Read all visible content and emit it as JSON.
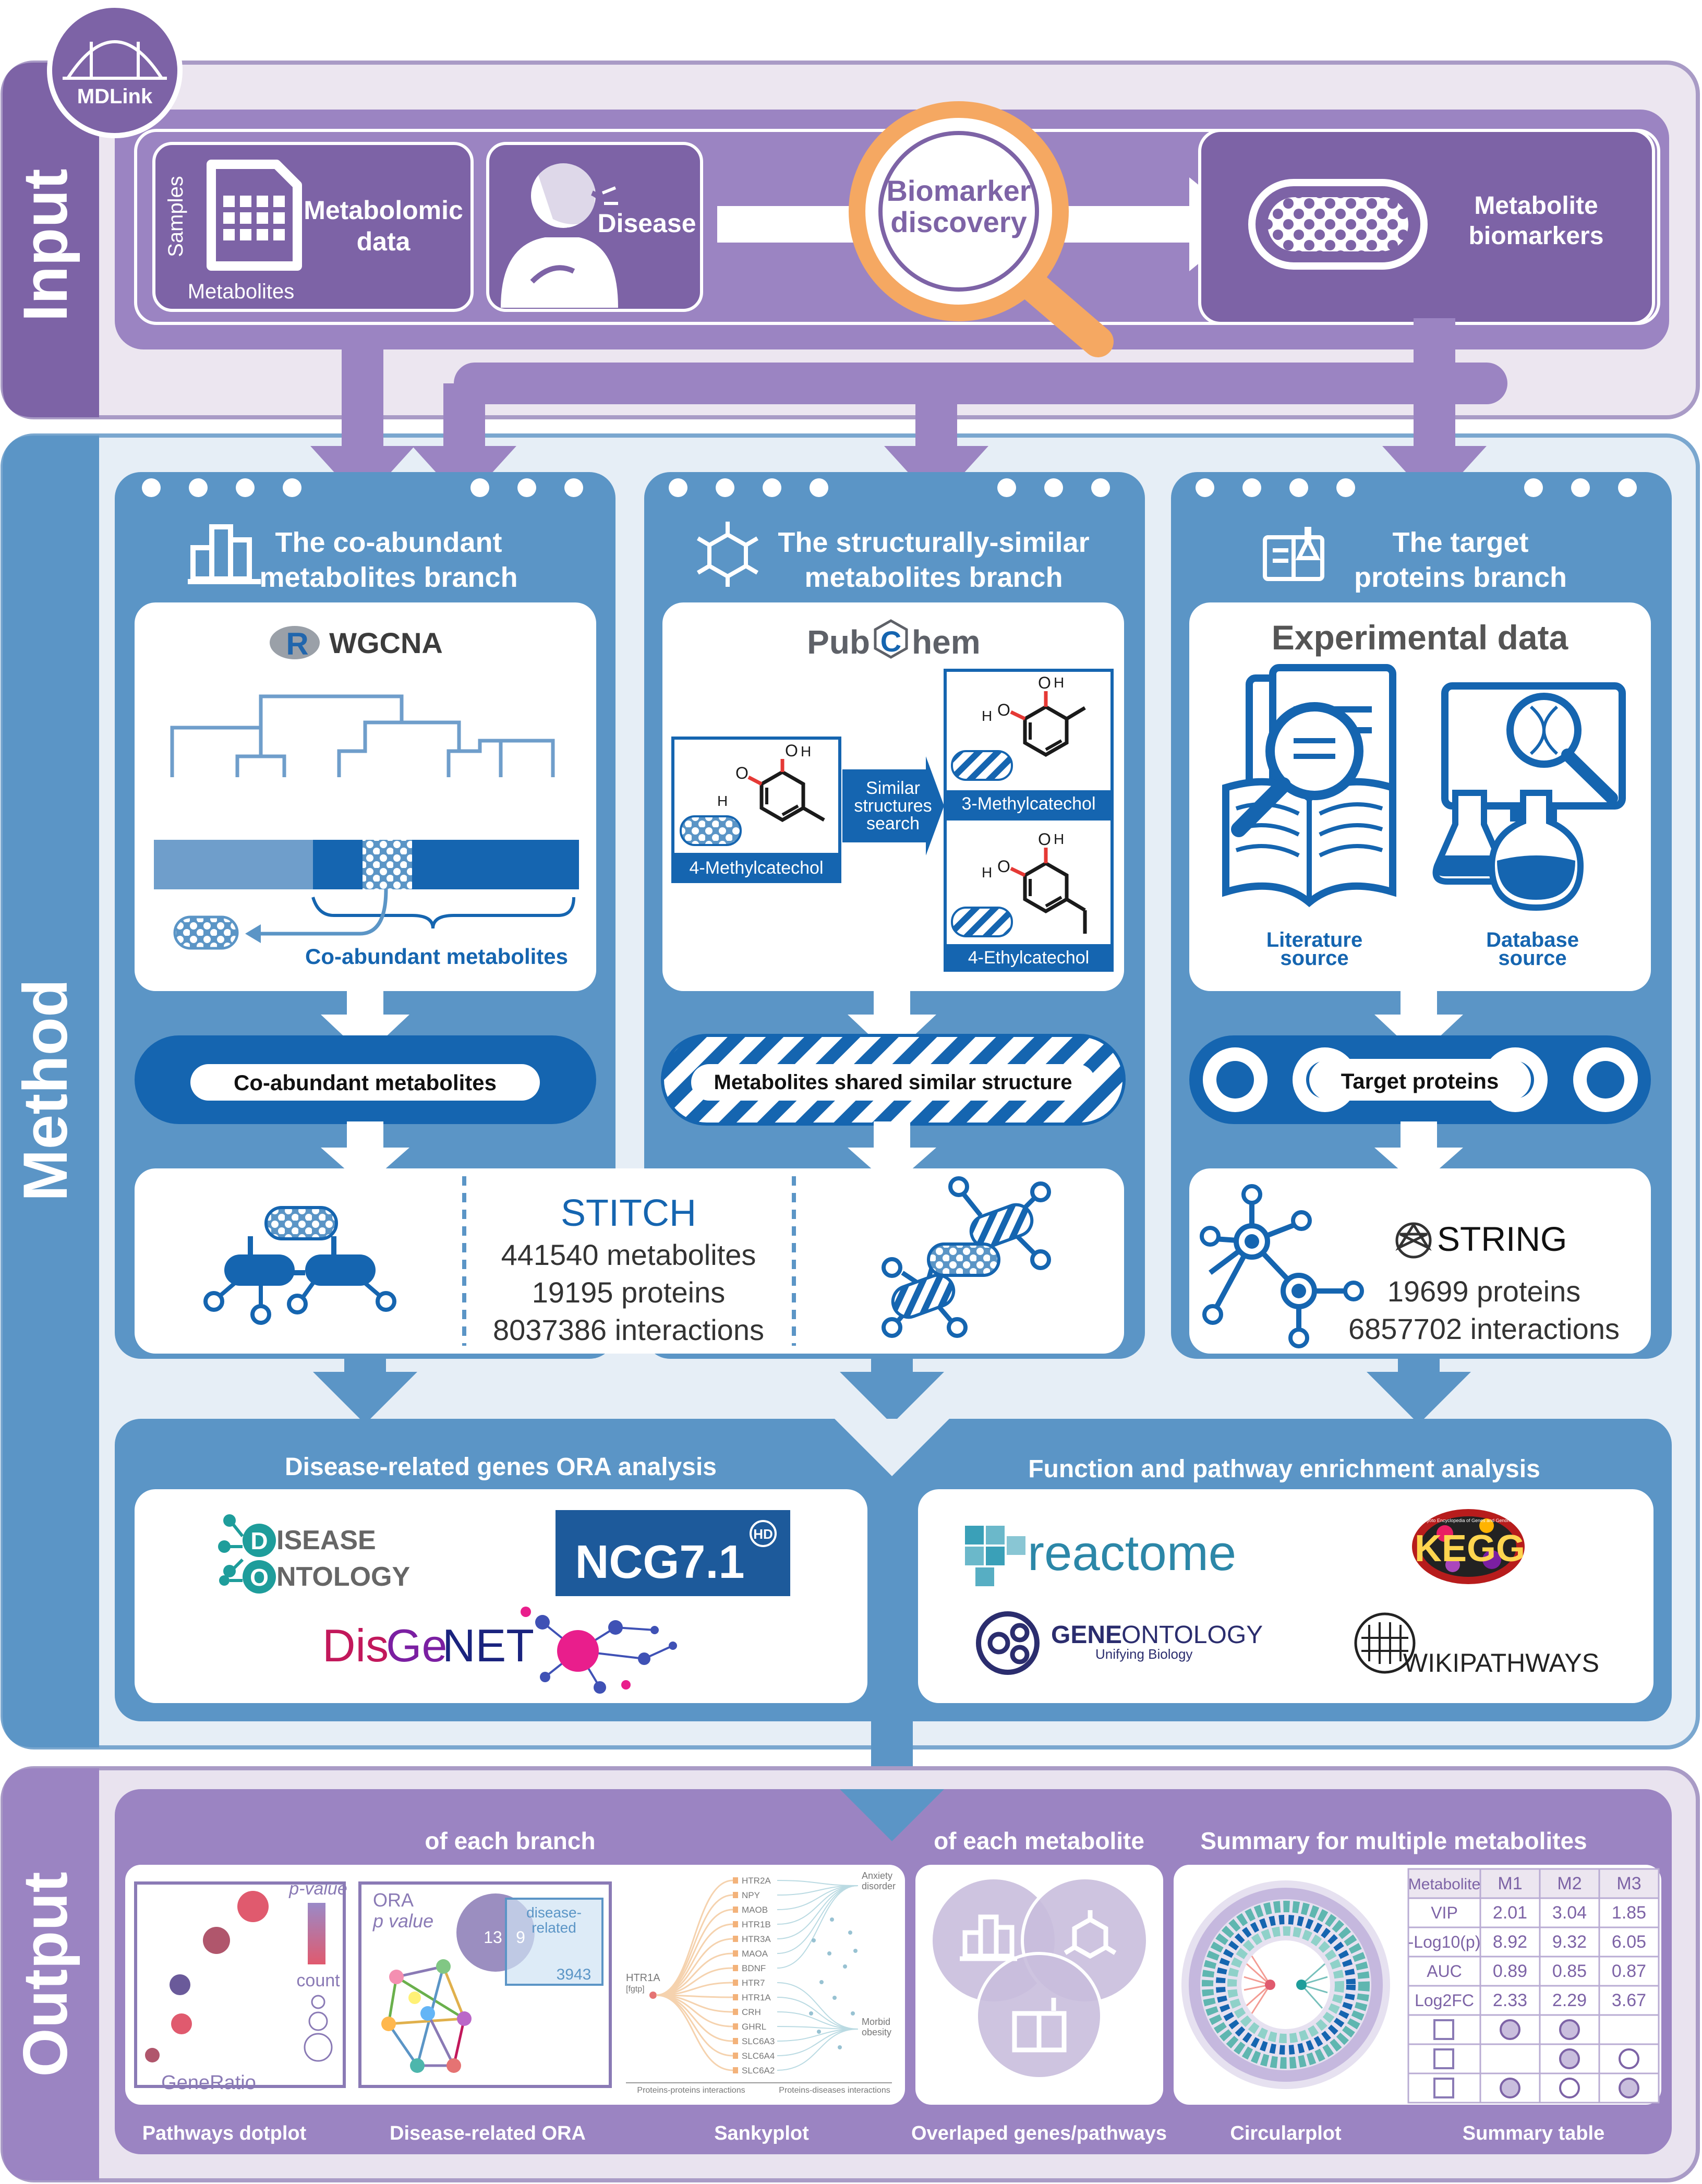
{
  "logo": {
    "text": "MDLink"
  },
  "sections": {
    "input": "Input",
    "method": "Method",
    "output": "Output"
  },
  "input": {
    "samples": "Samples",
    "metabolites_axis": "Metabolites",
    "metabolomic_data": [
      "Metabolomic",
      "data"
    ],
    "disease": "Disease",
    "biomarker": [
      "Biomarker",
      "discovery"
    ],
    "metabolite_biomarkers": [
      "Metabolite",
      "biomarkers"
    ]
  },
  "branches": {
    "coab": {
      "title": [
        "The co-abundant",
        "metabolites branch"
      ],
      "tool": "WGCNA",
      "tool_badge": "R",
      "caption": "Co-abundant metabolites",
      "result": "Co-abundant metabolites"
    },
    "struct": {
      "title": [
        "The structurally-similar",
        "metabolites branch"
      ],
      "tool": {
        "pub": "Pub",
        "c": "C",
        "hem": "hem"
      },
      "query": "4-Methylcatechol",
      "search": [
        "Similar",
        "structures",
        "search"
      ],
      "hit1": "3-Methylcatechol",
      "hit2": "4-Ethylcatechol",
      "atom_o": "O",
      "atom_h": "H",
      "result": "Metabolites shared similar structure"
    },
    "target": {
      "title": [
        "The target",
        "proteins branch"
      ],
      "tool": "Experimental data",
      "lit": [
        "Literature",
        "source"
      ],
      "db": [
        "Database",
        "source"
      ],
      "result": "Target proteins"
    }
  },
  "stitch": {
    "name": "STITCH",
    "lines": [
      "441540 metabolites",
      "19195 proteins",
      "8037386 interactions"
    ]
  },
  "string": {
    "name": "STRING",
    "lines": [
      "19699 proteins",
      "6857702 interactions"
    ]
  },
  "analysis": {
    "ora_title": "Disease-related genes ORA analysis",
    "enrich_title": "Function and pathway enrichment analysis",
    "do": {
      "d": "D",
      "isease": "ISEASE",
      "o": "O",
      "ntology": "NTOLOGY"
    },
    "ncg": {
      "name": "NCG7.1",
      "badge": "HD"
    },
    "disgenet": {
      "dis": "Dis",
      "ge": "Ge",
      "net": "NET"
    },
    "reactome": "reactome",
    "kegg": {
      "kegg": "KEGG",
      "tagline": "Kyoto Encyclopedia of Genes and Genomes"
    },
    "geneontology": {
      "gene": "GENE",
      "ontology": "ONTOLOGY",
      "sub": "Unifying Biology"
    },
    "wikipathways": "WIKIPATHWAYS"
  },
  "output": {
    "branch_title": "of each branch",
    "metabolite_title": "of each metabolite",
    "summary_title": "Summary for multiple metabolites",
    "captions": [
      "Pathways dotplot",
      "Disease-related ORA",
      "Sankyplot",
      "Overlaped genes/pathways",
      "Circularplot",
      "Summary table"
    ],
    "dotplot": {
      "pvalue": "p-value",
      "count": "count",
      "x": "GeneRatio"
    },
    "ora": {
      "t1": "ORA",
      "t2": "p value",
      "n_left": "13",
      "n_mid": "9",
      "n_right": "3943",
      "box": [
        "disease-",
        "related"
      ]
    },
    "sankey": {
      "source": "HTR1A",
      "source_sub": "[fgtp]",
      "genes": [
        "HTR2A",
        "NPY",
        "MAOB",
        "HTR1B",
        "HTR3A",
        "MAOA",
        "BDNF",
        "HTR7",
        "HTR1A",
        "CRH",
        "GHRL",
        "SLC6A3",
        "SLC6A4",
        "SLC6A2"
      ],
      "disease1": [
        "Anxiety",
        "disorder"
      ],
      "disease2": [
        "Morbid",
        "obesity"
      ],
      "axis1": "Proteins-proteins interactions",
      "axis2": "Proteins-diseases interactions"
    },
    "table": {
      "headers": [
        "Metabolite",
        "M1",
        "M2",
        "M3"
      ],
      "rows": [
        {
          "label": "VIP",
          "values": [
            "2.01",
            "3.04",
            "1.85"
          ]
        },
        {
          "label": "-Log10(p)",
          "values": [
            "8.92",
            "9.32",
            "6.05"
          ]
        },
        {
          "label": "AUC",
          "values": [
            "0.89",
            "0.85",
            "0.87"
          ]
        },
        {
          "label": "Log2FC",
          "values": [
            "2.33",
            "2.29",
            "3.67"
          ]
        }
      ]
    }
  },
  "colors": {
    "purple_dark": "#7d63a6",
    "purple_mid": "#9b84c2",
    "purple_light": "#ece6f0",
    "blue_dark": "#1565b0",
    "blue_mid": "#5b95c6",
    "blue_light": "#e6eef6",
    "orange": "#f5a862"
  }
}
